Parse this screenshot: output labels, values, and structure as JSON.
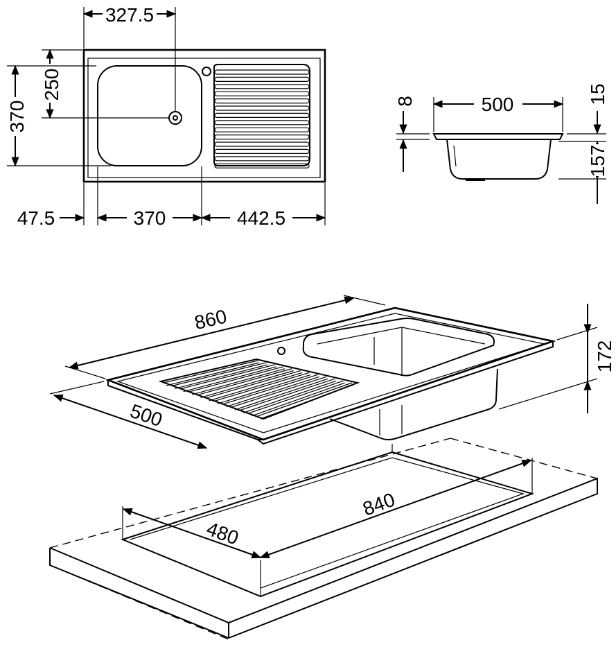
{
  "top_view": {
    "dims": {
      "drain_center_x": "327.5",
      "bowl_width": "250",
      "overall_depth": "370",
      "left_offset": "47.5",
      "bowl_length": "370",
      "drainer_length": "442.5"
    }
  },
  "side_view": {
    "dims": {
      "rim": "8",
      "width": "500",
      "lip": "15",
      "depth": "157"
    }
  },
  "iso_view": {
    "dims": {
      "length": "860",
      "width": "500",
      "height": "172"
    }
  },
  "cutout": {
    "dims": {
      "length": "840",
      "width": "480"
    }
  }
}
